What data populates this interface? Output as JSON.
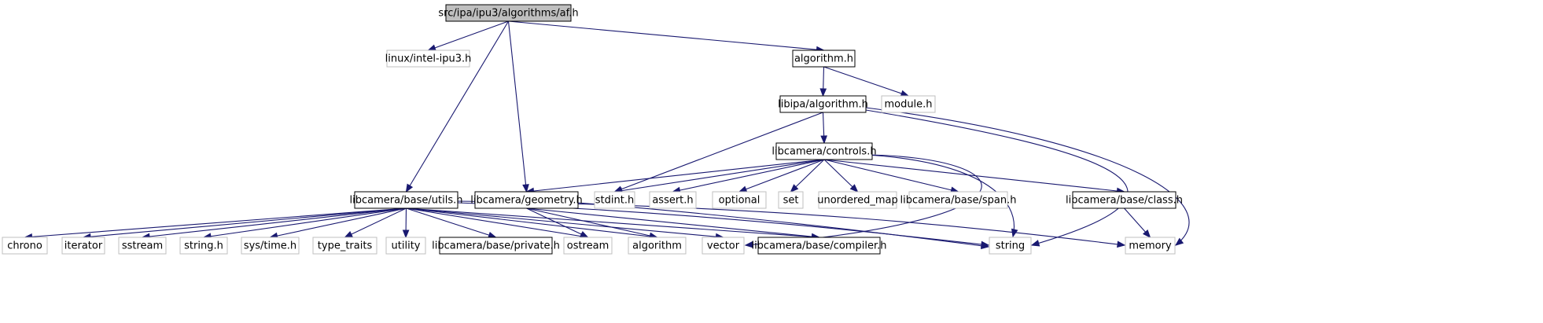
{
  "graph": {
    "nodes": [
      {
        "id": "af",
        "label": "src/ipa/ipu3/algorithms/af.h",
        "style": "root"
      },
      {
        "id": "intel",
        "label": "linux/intel-ipu3.h",
        "style": "external"
      },
      {
        "id": "algorithm",
        "label": "algorithm.h",
        "style": "documented"
      },
      {
        "id": "module",
        "label": "module.h",
        "style": "external"
      },
      {
        "id": "libipa",
        "label": "libipa/algorithm.h",
        "style": "documented"
      },
      {
        "id": "controls",
        "label": "libcamera/controls.h",
        "style": "documented"
      },
      {
        "id": "utils",
        "label": "libcamera/base/utils.h",
        "style": "documented"
      },
      {
        "id": "geometry",
        "label": "libcamera/geometry.h",
        "style": "documented"
      },
      {
        "id": "stdint",
        "label": "stdint.h",
        "style": "external"
      },
      {
        "id": "assert",
        "label": "assert.h",
        "style": "external"
      },
      {
        "id": "optional",
        "label": "optional",
        "style": "external"
      },
      {
        "id": "set",
        "label": "set",
        "style": "external"
      },
      {
        "id": "unordered_map",
        "label": "unordered_map",
        "style": "external"
      },
      {
        "id": "span",
        "label": "libcamera/base/span.h",
        "style": "external"
      },
      {
        "id": "class",
        "label": "libcamera/base/class.h",
        "style": "documented"
      },
      {
        "id": "chrono",
        "label": "chrono",
        "style": "external"
      },
      {
        "id": "iterator",
        "label": "iterator",
        "style": "external"
      },
      {
        "id": "sstream",
        "label": "sstream",
        "style": "external"
      },
      {
        "id": "string_h",
        "label": "string.h",
        "style": "external"
      },
      {
        "id": "time",
        "label": "sys/time.h",
        "style": "external"
      },
      {
        "id": "type_traits",
        "label": "type_traits",
        "style": "external"
      },
      {
        "id": "utility",
        "label": "utility",
        "style": "external"
      },
      {
        "id": "private",
        "label": "libcamera/base/private.h",
        "style": "documented"
      },
      {
        "id": "ostream",
        "label": "ostream",
        "style": "external"
      },
      {
        "id": "algo_std",
        "label": "algorithm",
        "style": "external"
      },
      {
        "id": "vector",
        "label": "vector",
        "style": "external"
      },
      {
        "id": "compiler",
        "label": "libcamera/base/compiler.h",
        "style": "documented"
      },
      {
        "id": "string",
        "label": "string",
        "style": "external"
      },
      {
        "id": "memory",
        "label": "memory",
        "style": "external"
      }
    ],
    "edges": [
      [
        "af",
        "intel"
      ],
      [
        "af",
        "algorithm"
      ],
      [
        "af",
        "utils"
      ],
      [
        "af",
        "geometry"
      ],
      [
        "algorithm",
        "libipa"
      ],
      [
        "algorithm",
        "module"
      ],
      [
        "libipa",
        "controls"
      ],
      [
        "libipa",
        "stdint"
      ],
      [
        "libipa",
        "string"
      ],
      [
        "libipa",
        "memory"
      ],
      [
        "controls",
        "geometry"
      ],
      [
        "controls",
        "stdint"
      ],
      [
        "controls",
        "assert"
      ],
      [
        "controls",
        "optional"
      ],
      [
        "controls",
        "set"
      ],
      [
        "controls",
        "unordered_map"
      ],
      [
        "controls",
        "span"
      ],
      [
        "controls",
        "class"
      ],
      [
        "controls",
        "vector"
      ],
      [
        "controls",
        "string"
      ],
      [
        "class",
        "memory"
      ],
      [
        "utils",
        "chrono"
      ],
      [
        "utils",
        "iterator"
      ],
      [
        "utils",
        "sstream"
      ],
      [
        "utils",
        "string_h"
      ],
      [
        "utils",
        "time"
      ],
      [
        "utils",
        "type_traits"
      ],
      [
        "utils",
        "utility"
      ],
      [
        "utils",
        "private"
      ],
      [
        "utils",
        "ostream"
      ],
      [
        "utils",
        "algo_std"
      ],
      [
        "utils",
        "vector"
      ],
      [
        "utils",
        "compiler"
      ],
      [
        "utils",
        "string"
      ],
      [
        "utils",
        "memory"
      ],
      [
        "geometry",
        "ostream"
      ],
      [
        "geometry",
        "algo_std"
      ],
      [
        "geometry",
        "compiler"
      ],
      [
        "geometry",
        "string"
      ]
    ]
  }
}
